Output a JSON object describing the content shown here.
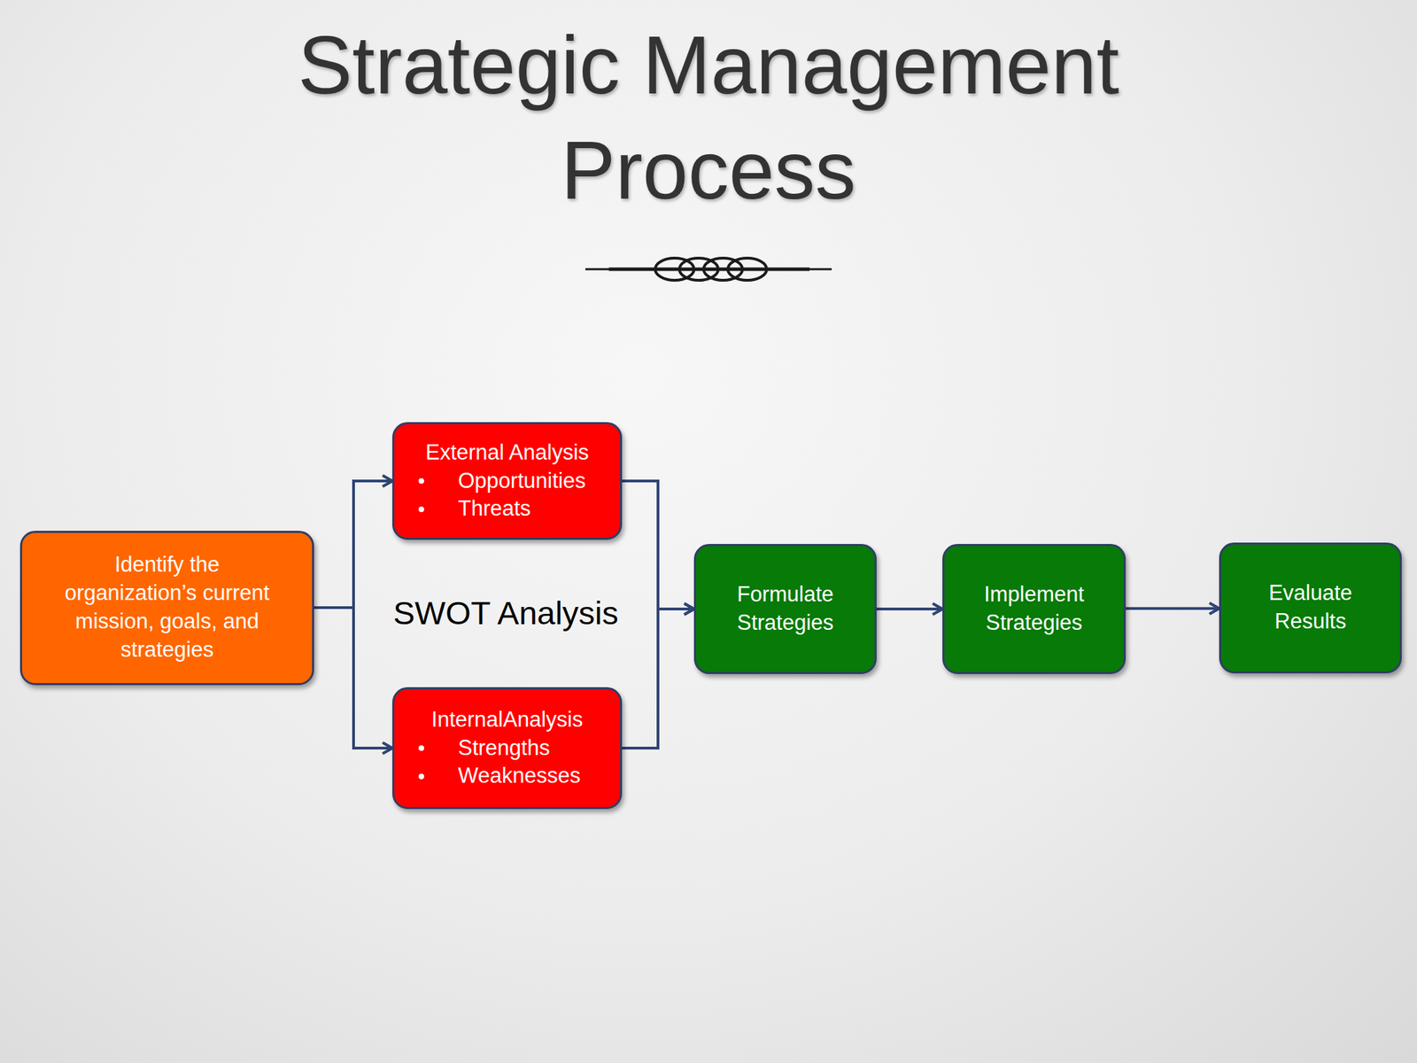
{
  "diagram": {
    "title": "Strategic Management Process",
    "nodes": [
      {
        "text": [
          "Identify the organization’s current mission, goals, and strategies"
        ]
      },
      {
        "text": [
          "External Analysis",
          "Opportunities",
          "Threats"
        ]
      },
      {
        "text": [
          "InternalAnalysis",
          "Strengths",
          "Weaknesses"
        ]
      },
      {
        "text": [
          "Formulate Strategies"
        ]
      },
      {
        "text": [
          "Implement Strategies"
        ]
      },
      {
        "text": [
          "Evaluate Results"
        ]
      }
    ],
    "edges": [
      {
        "from": 0,
        "to": 1,
        "arrow": "to"
      },
      {
        "from": 0,
        "to": 2,
        "arrow": "to"
      },
      {
        "from": 1,
        "to": 3,
        "arrow": "to"
      },
      {
        "from": 2,
        "to": 3,
        "arrow": "to"
      },
      {
        "from": 3,
        "to": 4,
        "arrow": "to"
      },
      {
        "from": 4,
        "to": 5,
        "arrow": "to"
      }
    ],
    "labels": [
      "SWOT Analysis"
    ]
  }
}
